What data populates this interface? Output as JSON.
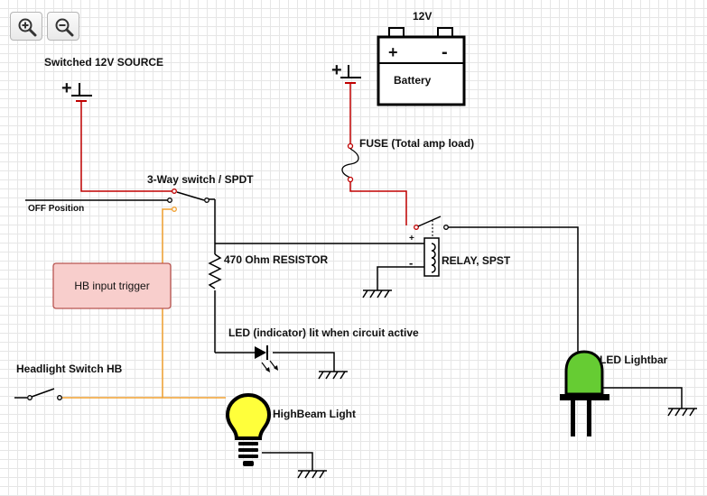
{
  "toolbar": {
    "zoom_in_icon": "zoom-in-icon",
    "zoom_out_icon": "zoom-out-icon"
  },
  "labels": {
    "source": "Switched 12V SOURCE",
    "battery_voltage": "12V",
    "battery": "Battery",
    "fuse": "FUSE (Total amp load)",
    "switch": "3-Way switch / SPDT",
    "off_position": "OFF Position",
    "resistor": "470 Ohm RESISTOR",
    "relay": "RELAY, SPST",
    "hb_trigger": "HB input trigger",
    "led_indicator": "LED (indicator) lit when circuit active",
    "headlight_switch": "Headlight Switch HB",
    "highbeam": "HighBeam Light",
    "lightbar": "LED Lightbar",
    "relay_plus": "+",
    "relay_minus": "-",
    "plus_sign": "+",
    "minus_sign": "-"
  },
  "colors": {
    "wire_default": "#000000",
    "wire_power": "#c00000",
    "wire_trigger": "#f0a030",
    "hb_box_fill": "#f8cecc",
    "hb_box_border": "#b85450",
    "bulb_yellow": "#ffff3b",
    "led_green": "#66cc33"
  }
}
